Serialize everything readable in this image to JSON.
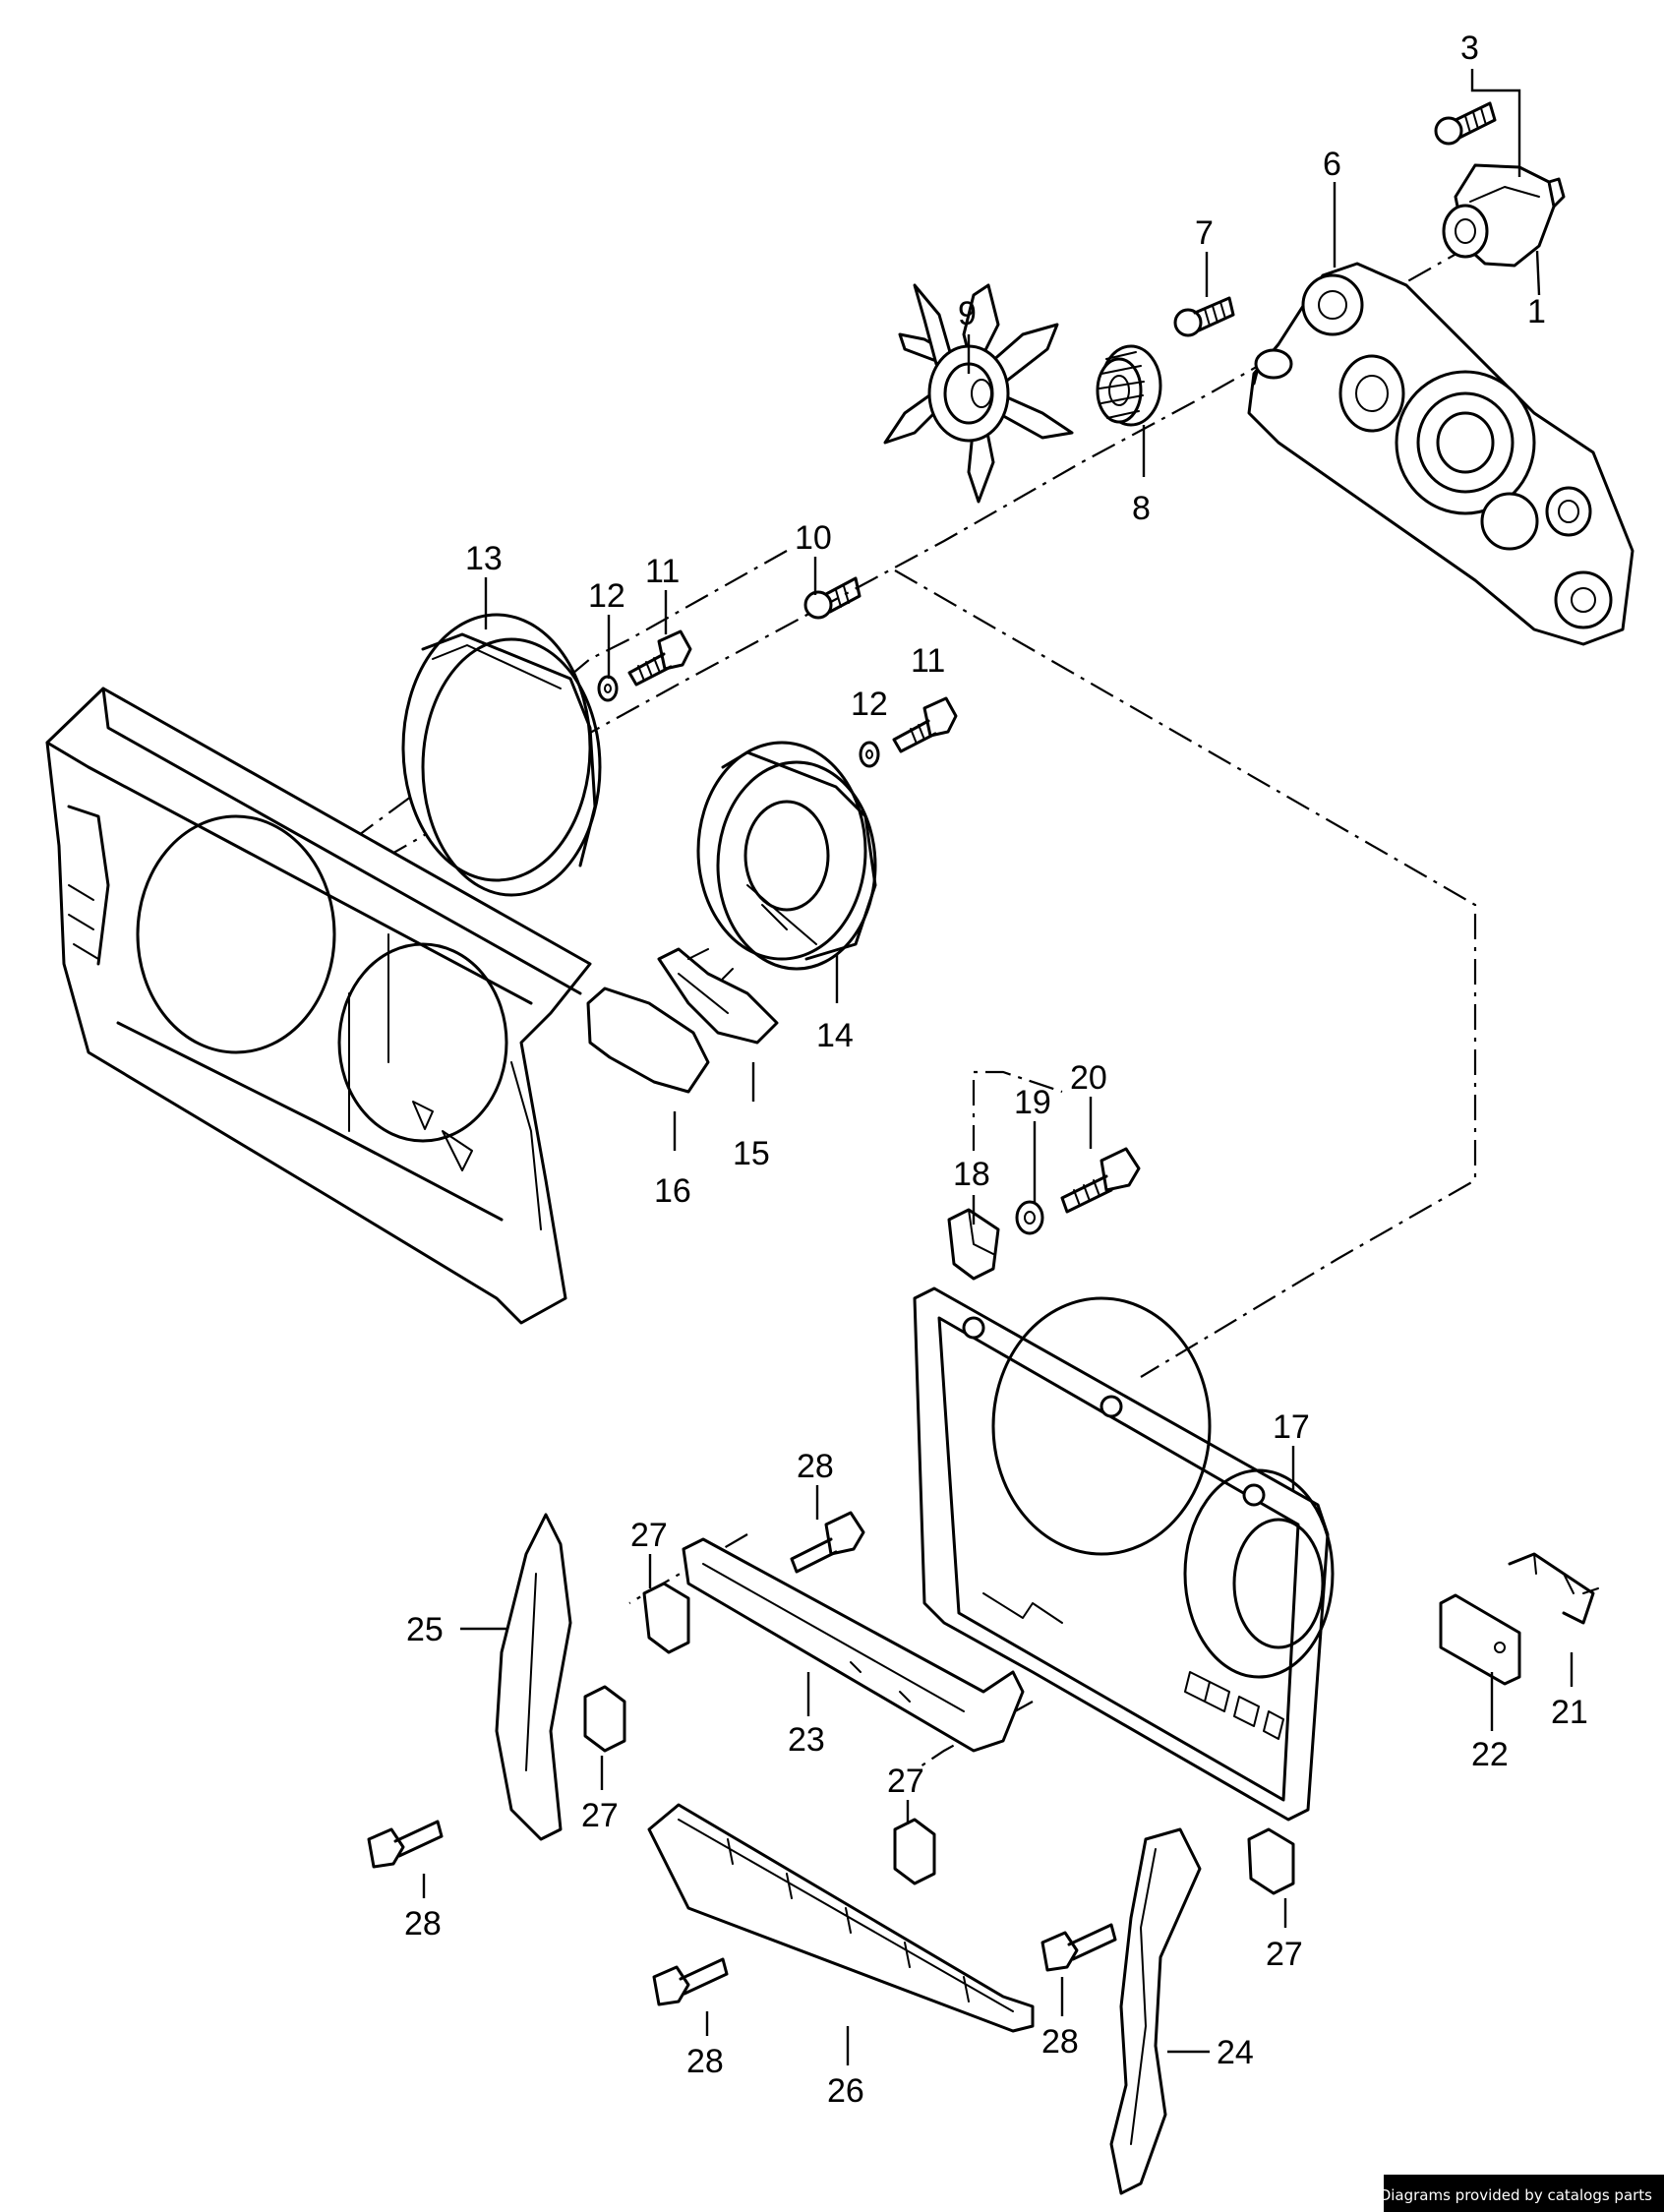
{
  "callouts": [
    {
      "id": "c1",
      "text": "1"
    },
    {
      "id": "c3",
      "text": "3"
    },
    {
      "id": "c6",
      "text": "6"
    },
    {
      "id": "c7",
      "text": "7"
    },
    {
      "id": "c8",
      "text": "8"
    },
    {
      "id": "c9",
      "text": "9"
    },
    {
      "id": "c10",
      "text": "10"
    },
    {
      "id": "c11a",
      "text": "11"
    },
    {
      "id": "c11b",
      "text": "11"
    },
    {
      "id": "c12a",
      "text": "12"
    },
    {
      "id": "c12b",
      "text": "12"
    },
    {
      "id": "c13",
      "text": "13"
    },
    {
      "id": "c14",
      "text": "14"
    },
    {
      "id": "c15",
      "text": "15"
    },
    {
      "id": "c16",
      "text": "16"
    },
    {
      "id": "c17",
      "text": "17"
    },
    {
      "id": "c18",
      "text": "18"
    },
    {
      "id": "c19",
      "text": "19"
    },
    {
      "id": "c20",
      "text": "20"
    },
    {
      "id": "c21",
      "text": "21"
    },
    {
      "id": "c22",
      "text": "22"
    },
    {
      "id": "c23",
      "text": "23"
    },
    {
      "id": "c24",
      "text": "24"
    },
    {
      "id": "c25",
      "text": "25"
    },
    {
      "id": "c26",
      "text": "26"
    },
    {
      "id": "c27a",
      "text": "27"
    },
    {
      "id": "c27b",
      "text": "27"
    },
    {
      "id": "c27c",
      "text": "27"
    },
    {
      "id": "c27d",
      "text": "27"
    },
    {
      "id": "c28a",
      "text": "28"
    },
    {
      "id": "c28b",
      "text": "28"
    },
    {
      "id": "c28c",
      "text": "28"
    },
    {
      "id": "c28d",
      "text": "28"
    }
  ],
  "credit": "Diagrams provided by catalogs parts"
}
